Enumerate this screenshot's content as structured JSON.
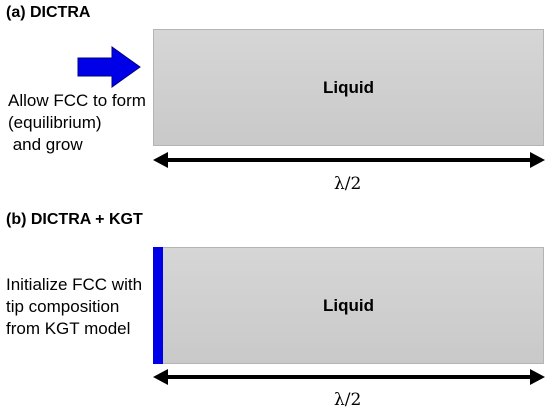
{
  "panel_a": {
    "title": "(a) DICTRA",
    "caption": "Allow FCC to form\n(equilibrium)\n and grow",
    "box_label": "Liquid",
    "dimension_label": "λ/2"
  },
  "panel_b": {
    "title": "(b) DICTRA + KGT",
    "caption": "Initialize FCC with\ntip composition\nfrom KGT model",
    "box_label": "Liquid",
    "dimension_label": "λ/2"
  },
  "colors": {
    "fcc_blue": "#0000e8",
    "liquid_gray": "#cfcfcf"
  }
}
